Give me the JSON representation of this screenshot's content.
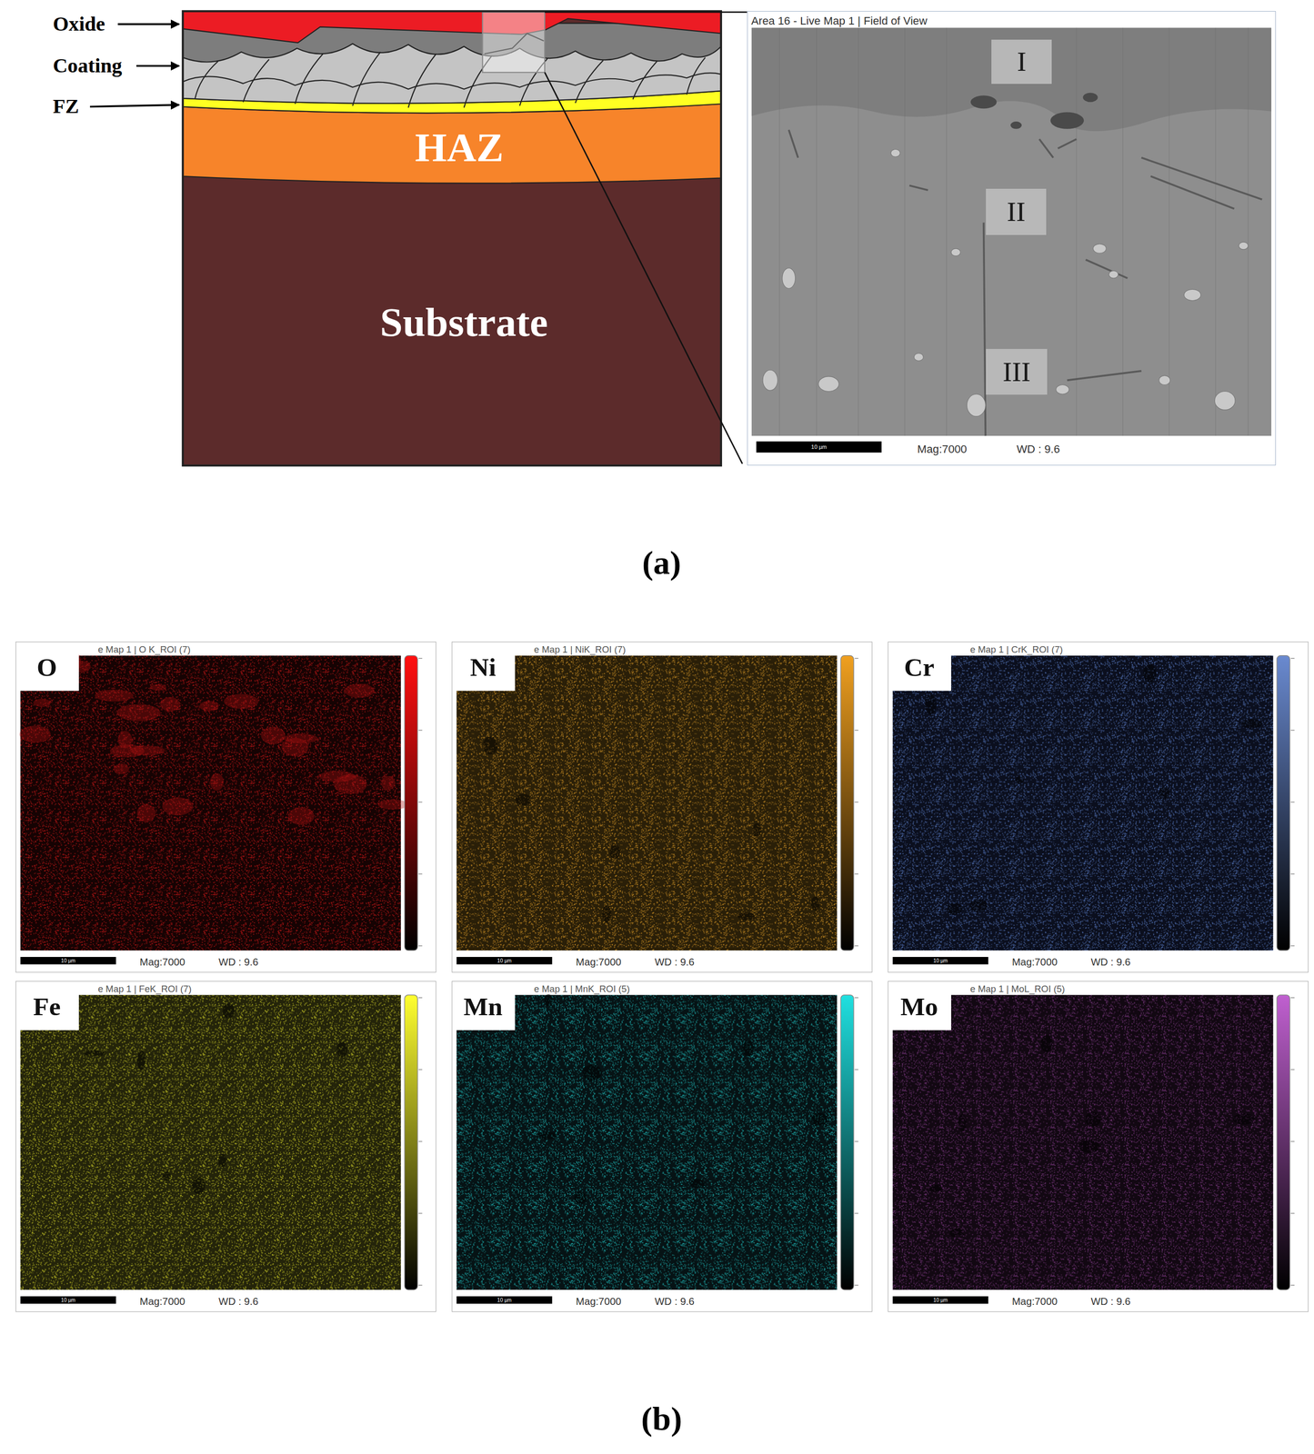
{
  "diagram": {
    "nodes": [
      {
        "text": [
          "HAZ"
        ]
      },
      {
        "text": [
          "Substrate"
        ]
      },
      {
        "text": [
          "Area 16 - Live Map 1 | Field of View",
          "10 µm",
          "Mag:7000",
          "WD : 9.6"
        ]
      },
      {
        "text": [
          "I"
        ],
        "in": 2
      },
      {
        "text": [
          "II"
        ],
        "in": 2
      },
      {
        "text": [
          "III"
        ],
        "in": 2
      },
      {
        "text": [
          "O",
          "e Map 1 | O K_ROI (7)",
          "10 µm",
          "Mag:7000",
          "WD : 9.6"
        ]
      },
      {
        "text": [
          "Ni",
          "e Map 1 | NiK_ROI (7)",
          "10 µm",
          "Mag:7000",
          "WD : 9.6"
        ]
      },
      {
        "text": [
          "Cr",
          "e Map 1 | CrK_ROI (7)",
          "10 µm",
          "Mag:7000",
          "WD : 9.6"
        ]
      },
      {
        "text": [
          "Fe",
          "e Map 1 | FeK_ROI (7)",
          "10 µm",
          "Mag:7000",
          "WD : 9.6"
        ]
      },
      {
        "text": [
          "Mn",
          "e Map 1 | MnK_ROI (5)",
          "10 µm",
          "Mag:7000",
          "WD : 9.6"
        ]
      },
      {
        "text": [
          "Mo",
          "e Map 1 | MoL_ROI (5)",
          "10 µm",
          "Mag:7000",
          "WD : 9.6"
        ]
      }
    ],
    "labels": [
      "Oxide",
      "Coating",
      "FZ",
      "(a)",
      "(b)"
    ]
  }
}
